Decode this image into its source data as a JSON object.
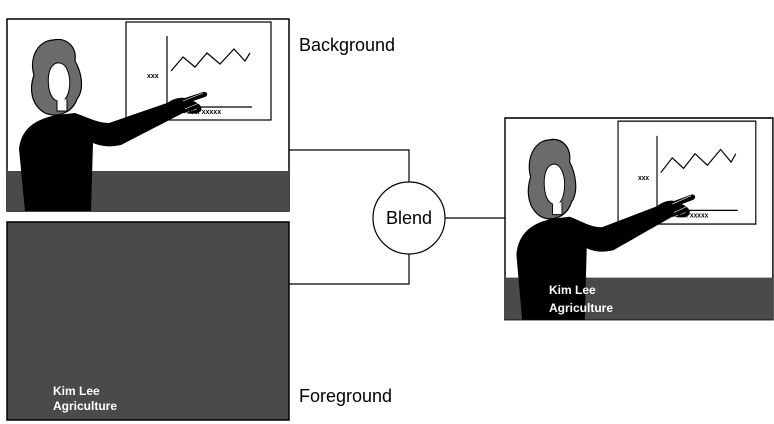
{
  "labels": {
    "background": "Background",
    "foreground": "Foreground",
    "blend": "Blend"
  },
  "caption": {
    "name": "Kim Lee",
    "department": "Agriculture"
  },
  "chart_tick": {
    "y": "xxx",
    "x": "xxx xxxxx"
  },
  "colors": {
    "band": "#4a4a4a",
    "figure": "#000000",
    "hair": "#6b6b6b",
    "line": "#000000"
  }
}
